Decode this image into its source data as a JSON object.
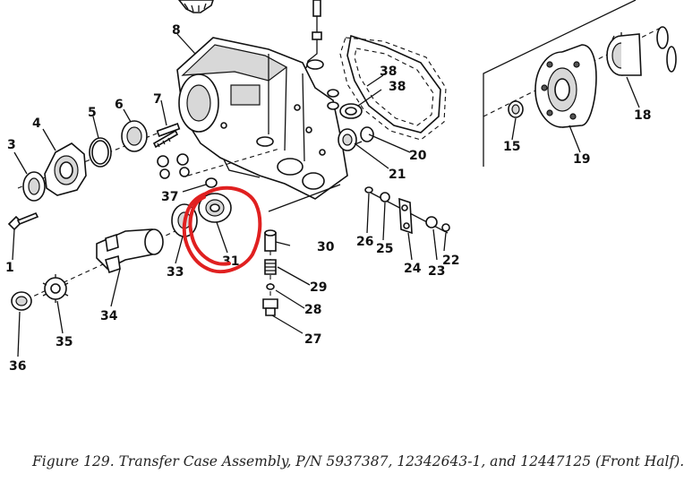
{
  "caption": "Figure 129.  Transfer Case Assembly, P/N 5937387, 12342643-1, and 12447125 (Front Half).",
  "callouts": [
    "1",
    "3",
    "4",
    "5",
    "6",
    "7",
    "8",
    "15",
    "18",
    "19",
    "20",
    "21",
    "22",
    "23",
    "24",
    "25",
    "26",
    "27",
    "28",
    "29",
    "30",
    "31",
    "33",
    "34",
    "35",
    "36",
    "37",
    "38",
    "38"
  ],
  "highlight": {
    "target_callout": "31",
    "color": "#e02020"
  }
}
